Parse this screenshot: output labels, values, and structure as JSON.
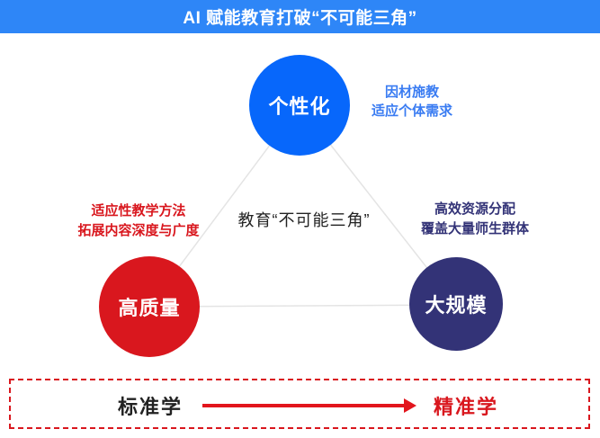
{
  "header": {
    "title": "AI 赋能教育打破“不可能三角”",
    "bg_color": "#2E86F7",
    "text_color": "#FFFFFF"
  },
  "triangle": {
    "center_label": "教育“不可能三角”",
    "line_color": "#E4E4E4",
    "nodes": [
      {
        "id": "personalization",
        "label": "个性化",
        "color": "#0767FB",
        "annotation": {
          "lines": [
            "因材施教",
            "适应个体需求"
          ],
          "color": "#3A7CF2"
        }
      },
      {
        "id": "high-quality",
        "label": "高质量",
        "color": "#D9171E",
        "annotation": {
          "lines": [
            "适应性教学方法",
            "拓展内容深度与广度"
          ],
          "color": "#D9171E"
        }
      },
      {
        "id": "large-scale",
        "label": "大规模",
        "color": "#333377",
        "annotation": {
          "lines": [
            "高效资源分配",
            "覆盖大量师生群体"
          ],
          "color": "#333377"
        }
      }
    ]
  },
  "bottom_banner": {
    "from_label": "标准学",
    "to_label": "精准学",
    "arrow_color": "#E2151D",
    "border_color": "#D9171E",
    "from_color": "#222222",
    "to_color": "#D9171E"
  }
}
